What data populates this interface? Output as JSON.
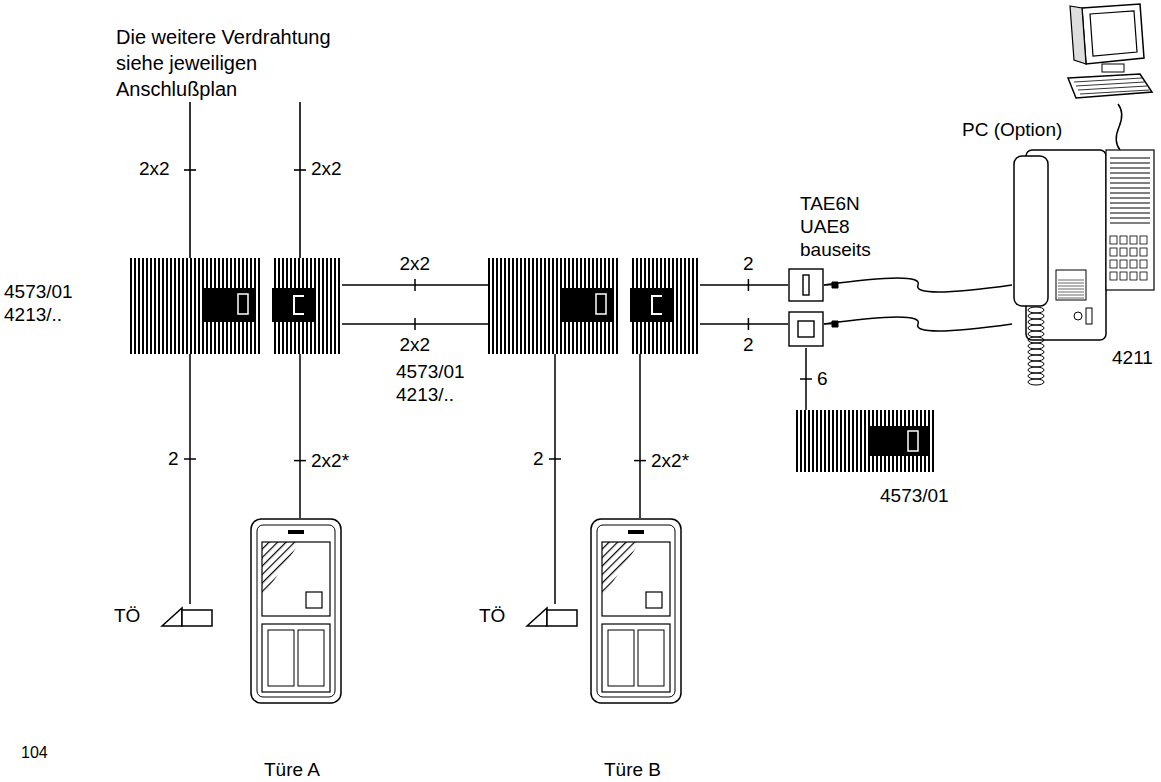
{
  "diagram": {
    "nodes": [
      {
        "text": [
          "PC (Option)"
        ]
      },
      {
        "text": [
          "TAE6N UAE8 bauseits"
        ]
      },
      {
        "text": [
          "4573/01 4213/.."
        ]
      },
      {
        "text": [
          "4573/01 4213/.."
        ]
      },
      {
        "text": [
          "4211"
        ]
      },
      {
        "text": [
          "4573/01"
        ]
      },
      {
        "text": [
          "TÖ"
        ]
      },
      {
        "text": [
          "Türe A"
        ]
      },
      {
        "text": [
          "TÖ"
        ]
      },
      {
        "text": [
          "Türe B"
        ]
      }
    ],
    "edges": [
      {
        "from": 2,
        "to": 6,
        "label": "2",
        "arrow": "none"
      },
      {
        "from": 2,
        "to": 7,
        "label": "2x2*",
        "arrow": "none"
      },
      {
        "from": 2,
        "to": 3,
        "label": "2x2",
        "arrow": "none"
      },
      {
        "from": 2,
        "to": 3,
        "label": "2x2",
        "arrow": "none"
      },
      {
        "from": 3,
        "to": 8,
        "label": "2",
        "arrow": "none"
      },
      {
        "from": 3,
        "to": 9,
        "label": "2x2*",
        "arrow": "none"
      },
      {
        "from": 3,
        "to": 1,
        "label": "2",
        "arrow": "none"
      },
      {
        "from": 3,
        "to": 1,
        "label": "2",
        "arrow": "none"
      },
      {
        "from": 1,
        "to": 4,
        "arrow": "none"
      },
      {
        "from": 1,
        "to": 4,
        "arrow": "none"
      },
      {
        "from": 1,
        "to": 5,
        "label": "6",
        "arrow": "none"
      },
      {
        "from": 0,
        "to": 4,
        "arrow": "none"
      }
    ],
    "labels": [
      "Die weitere Verdrahtung siehe jeweiligen Anschlußplan",
      "2x2",
      "2x2",
      "104"
    ]
  }
}
